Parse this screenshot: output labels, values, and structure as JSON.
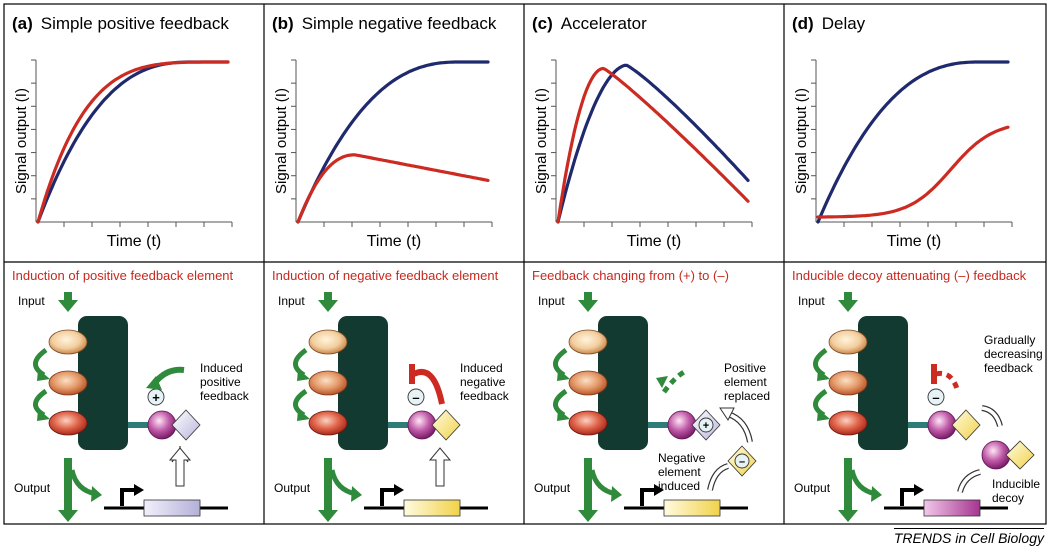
{
  "panels": [
    {
      "letter": "(a)",
      "title": "Simple positive feedback",
      "ylabel": "Signal output (I)",
      "xlabel": "Time (t)",
      "bottom_title": "Induction of positive feedback element",
      "input_label": "Input",
      "output_label": "Output",
      "annotations": [
        "Induced",
        "positive",
        "feedback"
      ]
    },
    {
      "letter": "(b)",
      "title": "Simple negative feedback",
      "ylabel": "Signal output (I)",
      "xlabel": "Time (t)",
      "bottom_title": "Induction of negative feedback element",
      "input_label": "Input",
      "output_label": "Output",
      "annotations": [
        "Induced",
        "negative",
        "feedback"
      ]
    },
    {
      "letter": "(c)",
      "title": "Accelerator",
      "ylabel": "Signal output (I)",
      "xlabel": "Time (t)",
      "bottom_title": "Feedback changing from (+) to (–)",
      "input_label": "Input",
      "output_label": "Output",
      "annotations": [
        "Positive",
        "element",
        "replaced"
      ],
      "annotations2": [
        "Negative",
        "element",
        "induced"
      ]
    },
    {
      "letter": "(d)",
      "title": "Delay",
      "ylabel": "Signal output (I)",
      "xlabel": "Time (t)",
      "bottom_title": "Inducible decoy attenuating (–) feedback",
      "input_label": "Input",
      "output_label": "Output",
      "annotations": [
        "Gradually",
        "decreasing",
        "feedback"
      ],
      "annotations2": [
        "Inducible",
        "decoy"
      ]
    }
  ],
  "credit": "TRENDS in Cell Biology",
  "colors": {
    "red": "#cc2b22",
    "blue": "#1f2a6e",
    "title_red": "#c8281e",
    "green": "#2f8a3c",
    "dark": "#123a30"
  }
}
